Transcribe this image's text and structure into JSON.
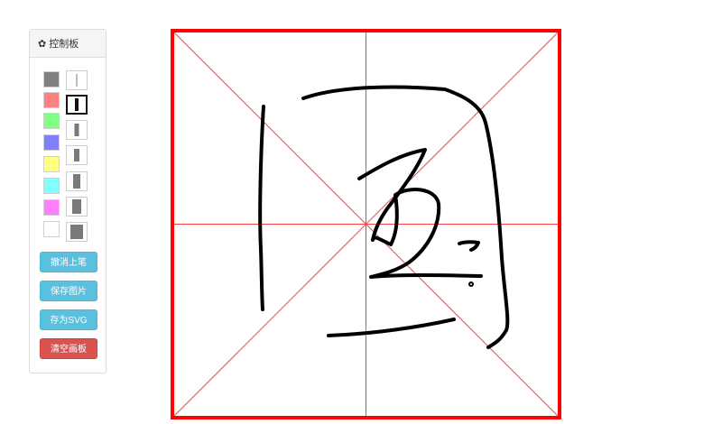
{
  "panel": {
    "title": "控制板",
    "title_icon": "gear-icon"
  },
  "colors": [
    {
      "name": "gray",
      "hex": "#808080"
    },
    {
      "name": "light-red",
      "hex": "#ff8080"
    },
    {
      "name": "light-green",
      "hex": "#80ff80"
    },
    {
      "name": "light-blue",
      "hex": "#8080ff"
    },
    {
      "name": "light-yellow",
      "hex": "#ffff80"
    },
    {
      "name": "light-cyan",
      "hex": "#80ffff"
    },
    {
      "name": "light-magenta",
      "hex": "#ff80ff"
    },
    {
      "name": "white",
      "hex": "#ffffff"
    }
  ],
  "pen_sizes": [
    1,
    2,
    3,
    4,
    5,
    6,
    7
  ],
  "selected_pen_size": 2,
  "buttons": {
    "undo": "撤消上笔",
    "save_image": "保存图片",
    "save_svg": "存为SVG",
    "clear": "清空画板"
  },
  "board": {
    "border_color": "#ff0000",
    "guide_color": "#ff0000",
    "stroke_color": "#000000"
  }
}
